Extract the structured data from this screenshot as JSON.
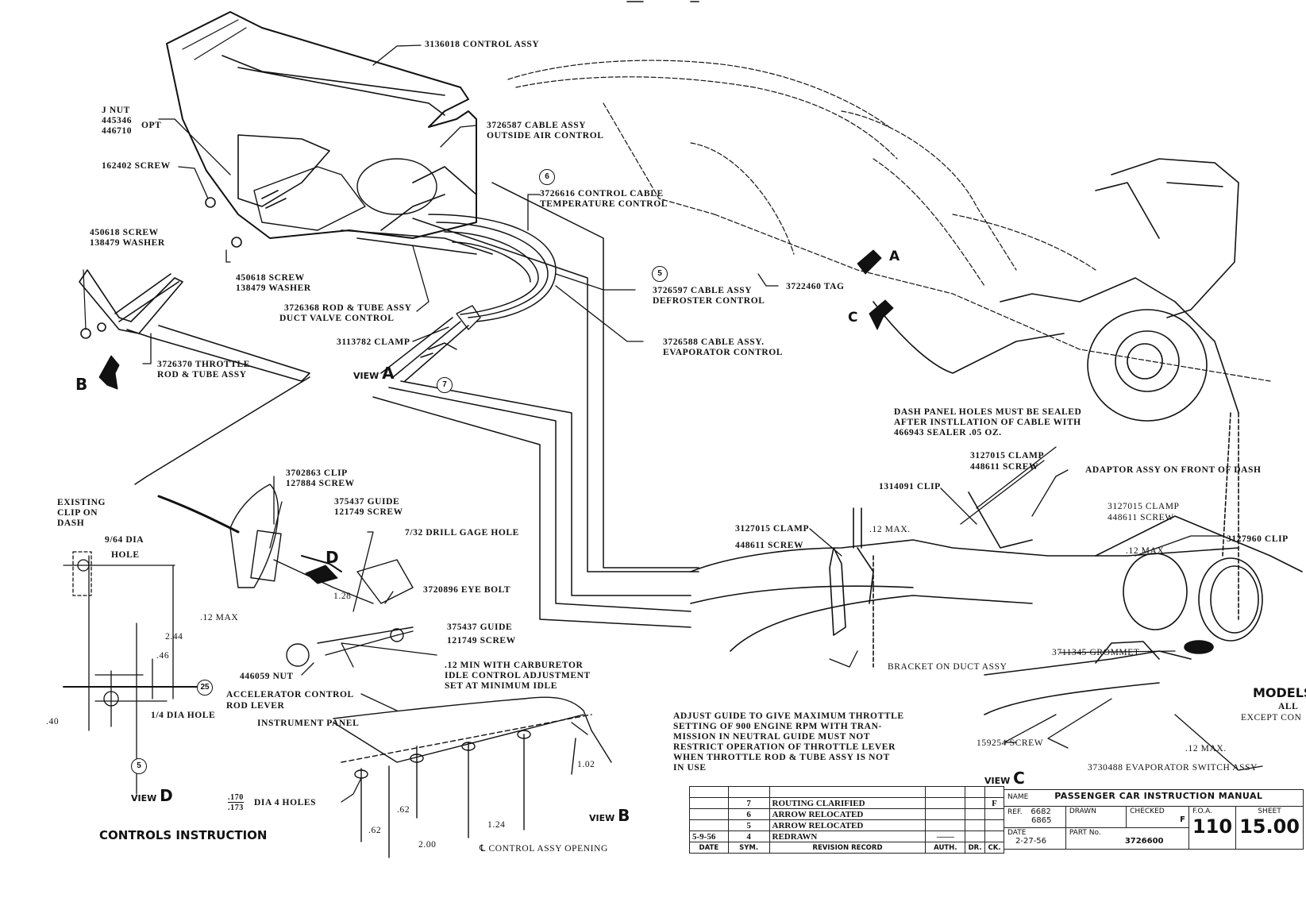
{
  "sheet_title": "CONTROLS INSTRUCTION",
  "views": {
    "a": {
      "prefix": "VIEW",
      "letter": "A"
    },
    "b": {
      "prefix": "VIEW",
      "letter": "B"
    },
    "c": {
      "prefix": "VIEW",
      "letter": "C"
    },
    "d": {
      "prefix": "VIEW",
      "letter": "D"
    }
  },
  "view_arrows": {
    "a": "A",
    "b": "B",
    "c": "C",
    "d": "D"
  },
  "revision_circles": {
    "r6": "6",
    "r5": "5",
    "r7": "7",
    "r25": "25",
    "r5b": "5"
  },
  "models": {
    "title": "MODELS",
    "line1": "ALL",
    "line2": "EXCEPT CON"
  },
  "callouts": {
    "control_assy": "3136018 CONTROL ASSY",
    "j_nut": "J NUT",
    "j_nut_p1": "445346",
    "j_nut_p2": "446710",
    "opt": "OPT",
    "screw_162402": "162402 SCREW",
    "screw_washer_1": [
      "450618 SCREW",
      "138479 WASHER"
    ],
    "screw_washer_2": [
      "450618 SCREW",
      "138479 WASHER"
    ],
    "outside_air": [
      "3726587 CABLE ASSY",
      "OUTSIDE AIR CONTROL"
    ],
    "temp_control": [
      "3726616 CONTROL CABLE",
      "TEMPERATURE CONTROL"
    ],
    "defroster": [
      "3726597 CABLE ASSY",
      "DEFROSTER CONTROL"
    ],
    "evaporator": [
      "3726588 CABLE ASSY.",
      "EVAPORATOR CONTROL"
    ],
    "duct_valve": [
      "3726368 ROD & TUBE ASSY",
      "DUCT VALVE CONTROL"
    ],
    "clamp_3113782": "3113782 CLAMP",
    "throttle": [
      "3726370 THROTTLE",
      "ROD & TUBE ASSY"
    ],
    "tag": "3722460 TAG",
    "existing_clip": [
      "EXISTING",
      "CLIP ON",
      "DASH"
    ],
    "hole_964": [
      "9/64 DIA",
      "HOLE"
    ],
    "clip_3702863": [
      "3702863 CLIP",
      "127884 SCREW"
    ],
    "guide_1": [
      "375437 GUIDE",
      "121749 SCREW"
    ],
    "drill_gage": "7/32 DRILL GAGE HOLE",
    "eye_bolt": "3720896 EYE BOLT",
    "guide_2": [
      "375437 GUIDE",
      "121749 SCREW"
    ],
    "min_carb": [
      ".12 MIN WITH CARBURETOR",
      "IDLE CONTROL ADJUSTMENT",
      "SET AT MINIMUM IDLE"
    ],
    "nut_446059": "446059 NUT",
    "accel_lever": [
      "ACCELERATOR CONTROL",
      "ROD LEVER"
    ],
    "quarter_hole": "1/4 DIA HOLE",
    "instrument_panel": "INSTRUMENT PANEL",
    "dia_4_holes": "DIA 4 HOLES",
    "dia_frac_top": ".170",
    "dia_frac_bot": ".173",
    "cl_opening": "℄ CONTROL ASSY OPENING",
    "dash_sealed": [
      "DASH PANEL HOLES MUST BE SEALED",
      "AFTER INSTLLATION OF CABLE WITH",
      "466943 SEALER .05 OZ."
    ],
    "clamp_upper": [
      "3127015 CLAMP",
      "448611 SCREW"
    ],
    "adaptor": "ADAPTOR ASSY ON FRONT OF DASH",
    "clip_1314091": "1314091 CLIP",
    "clamp_right": [
      "3127015 CLAMP",
      "448611 SCREW"
    ],
    "clamp_left": "3127015 CLAMP",
    "screw_left": "448611 SCREW",
    "clip_3127960": "3127960 CLIP",
    "bracket": "BRACKET ON DUCT ASSY",
    "grommet": "3711345 GROMMET",
    "screw_159254": "159254 SCREW",
    "evap_switch": "3730488 EVAPORATOR SWITCH ASSY",
    "adjust_note": [
      "ADJUST GUIDE TO GIVE MAXIMUM THROTTLE",
      "SETTING OF 900 ENGINE RPM WITH TRAN-",
      "MISSION IN NEUTRAL GUIDE MUST NOT",
      "RESTRICT OPERATION OF THROTTLE LEVER",
      "WHEN THROTTLE ROD & TUBE ASSY IS NOT",
      "IN USE"
    ]
  },
  "dimensions": {
    "max_12_a": ".12 MAX",
    "d_244": "2.44",
    "d_46": ".46",
    "d_40": ".40",
    "d_128": "1.28",
    "d_62a": ".62",
    "d_62b": ".62",
    "d_200": "2.00",
    "d_124": "1.24",
    "d_102": "1.02",
    "max_12_c1": ".12 MAX.",
    "max_12_c2": ".12 MAX.",
    "max_12_c3": ".12 MAX."
  },
  "revision_table": {
    "rows": [
      {
        "date": "",
        "sym": "",
        "desc": "",
        "auth": "",
        "dr": "",
        "ck": ""
      },
      {
        "date": "",
        "sym": "7",
        "desc": "ROUTING CLARIFIED",
        "auth": "",
        "dr": "",
        "ck": "F"
      },
      {
        "date": "",
        "sym": "6",
        "desc": "ARROW RELOCATED",
        "auth": "",
        "dr": "",
        "ck": ""
      },
      {
        "date": "",
        "sym": "5",
        "desc": "ARROW RELOCATED",
        "auth": "",
        "dr": "",
        "ck": ""
      },
      {
        "date": "5-9-56",
        "sym": "4",
        "desc": "REDRAWN",
        "auth": "——",
        "dr": "",
        "ck": ""
      }
    ],
    "header": {
      "date": "DATE",
      "sym": "SYM.",
      "desc": "REVISION RECORD",
      "auth": "AUTH.",
      "dr": "DR.",
      "ck": "CK."
    }
  },
  "title_block": {
    "name_label": "NAME",
    "name_value": "PASSENGER CAR INSTRUCTION MANUAL",
    "ref_label": "REF.",
    "ref_values": [
      "6682",
      "6865"
    ],
    "drawn_label": "DRAWN",
    "drawn_value": "",
    "checked_label": "CHECKED",
    "checked_value": "F",
    "foa_label": "F.O.A.",
    "foa_value": "110",
    "sheet_label": "SHEET",
    "sheet_value": "15.00",
    "date_label": "DATE",
    "date_value": "2-27-56",
    "part_label": "PART No.",
    "part_value": "3726600"
  }
}
